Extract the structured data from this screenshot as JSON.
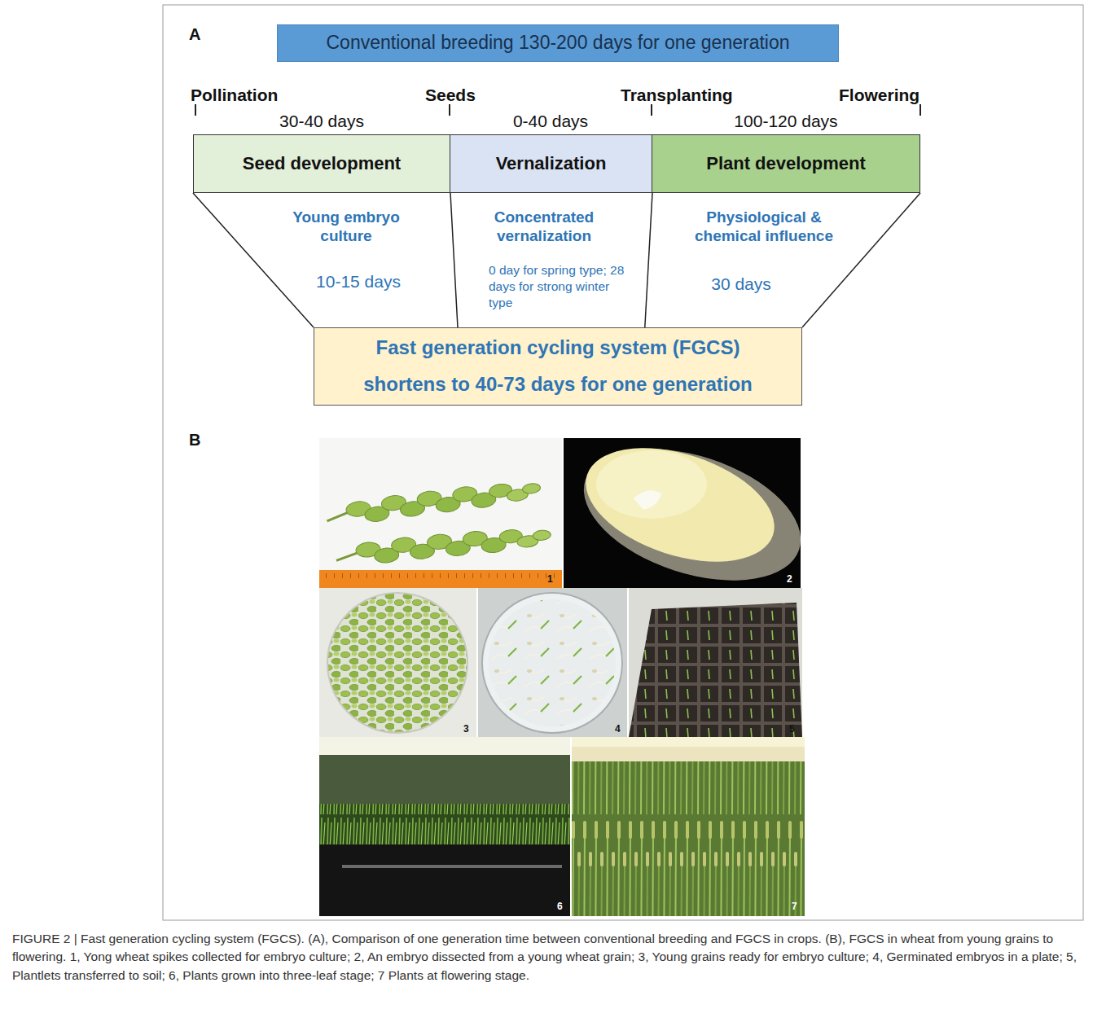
{
  "diagram": {
    "caption": "FIGURE 2 | Fast generation cycling system (FGCS). (A), Comparison of one generation time between conventional breeding and FGCS in crops. (B), FGCS in wheat from young grains to flowering. 1, Yong wheat spikes collected for embryo culture; 2, An embryo dissected from a young wheat grain; 3, Young grains ready for embryo culture; 4, Germinated embryos in a plate; 5, Plantlets transferred to soil; 6, Plants grown into three-leaf stage; 7 Plants at flowering stage.",
    "nodes": [
      {
        "text": [
          "Conventional breeding 130-200 days for one generation"
        ]
      },
      {
        "text": [
          "Seed development"
        ]
      },
      {
        "text": [
          "Vernalization"
        ]
      },
      {
        "text": [
          "Plant development"
        ]
      },
      {
        "text": [
          "Fast generation cycling system (FGCS)",
          "shortens to 40-73 days for one generation"
        ]
      }
    ],
    "edges": [
      {
        "from": 1,
        "to": 4,
        "arrow": "none"
      },
      {
        "from": 2,
        "to": 4,
        "arrow": "none"
      },
      {
        "from": 3,
        "to": 4,
        "arrow": "none"
      }
    ],
    "labels": [
      "A",
      "Pollination",
      "Seeds",
      "Transplanting",
      "Flowering",
      "30-40 days",
      "0-40 days",
      "100-120 days",
      "Young embryo culture",
      "10-15 days",
      "Concentrated vernalization",
      "0 day for spring type; 28 days for strong winter type",
      "Physiological & chemical influence",
      "30 days",
      "B",
      "1",
      "2",
      "3",
      "4",
      "5",
      "6",
      "7"
    ]
  }
}
